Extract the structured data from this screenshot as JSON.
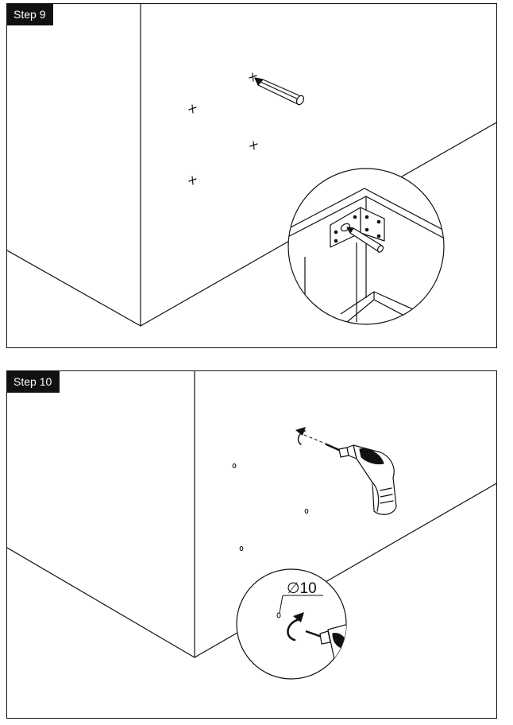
{
  "steps": [
    {
      "label": "Step 9"
    },
    {
      "label": "Step 10"
    }
  ],
  "drill_bit": {
    "diameter_label": "∅10"
  },
  "colors": {
    "ink": "#111111",
    "paper": "#ffffff"
  },
  "icons": [
    "pencil-icon",
    "drill-icon",
    "rotation-arrow-icon",
    "corner-bracket-icon"
  ]
}
